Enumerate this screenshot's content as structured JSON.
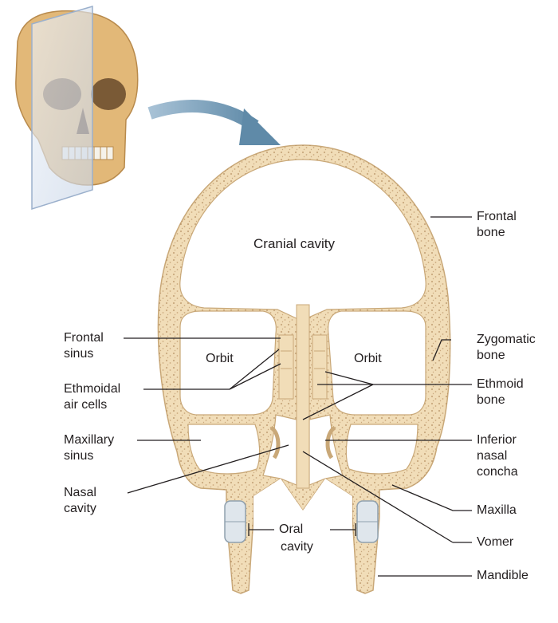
{
  "colors": {
    "bone": "#f1ddb8",
    "bone_edge": "#c9a878",
    "pores": "#a87d4f",
    "cavity": "#ffffff",
    "leader": "#231f20",
    "plane": "#9bb0cc",
    "arrow": "#5f8aa8",
    "skull": "#e2b878",
    "tooth": "#dfe6ec"
  },
  "labels": {
    "cranial_cavity": "Cranial cavity",
    "orbit_left": "Orbit",
    "orbit_right": "Orbit",
    "oral": "Oral",
    "cavity": "cavity",
    "frontal_bone": [
      "Frontal",
      "bone"
    ],
    "zygomatic_bone": [
      "Zygomatic",
      "bone"
    ],
    "ethmoid_bone": [
      "Ethmoid",
      "bone"
    ],
    "inferior_nasal_concha": [
      "Inferior",
      "nasal",
      "concha"
    ],
    "maxilla": [
      "Maxilla"
    ],
    "vomer": [
      "Vomer"
    ],
    "mandible": [
      "Mandible"
    ],
    "frontal_sinus": [
      "Frontal",
      "sinus"
    ],
    "ethmoidal_air_cells": [
      "Ethmoidal",
      "air cells"
    ],
    "maxillary_sinus": [
      "Maxillary",
      "sinus"
    ],
    "nasal_cavity": [
      "Nasal",
      "cavity"
    ]
  }
}
